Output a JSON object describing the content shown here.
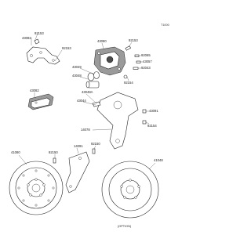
{
  "diagram": {
    "reference_code": "T1000",
    "option_note": "(OPTION)",
    "labels": {
      "p92153_top": "92153",
      "p43082_top": "43082",
      "p92153_mid": "92153",
      "p43080": "43080",
      "p92153_right": "92153",
      "p43049": "43049",
      "p43048": "43048",
      "p92065": "92065",
      "p43057": "43057",
      "p92043": "92043",
      "p43082_pad": "43082",
      "p92154_right": "92154",
      "p43048a": "43048A",
      "p43044": "43044",
      "p14078": "14078",
      "p43091": "43091",
      "p92154_lower": "92154",
      "p41080": "41080",
      "p14091": "14091",
      "p92150_left": "92150",
      "p92150_right": "92150",
      "p41048": "41048"
    }
  }
}
